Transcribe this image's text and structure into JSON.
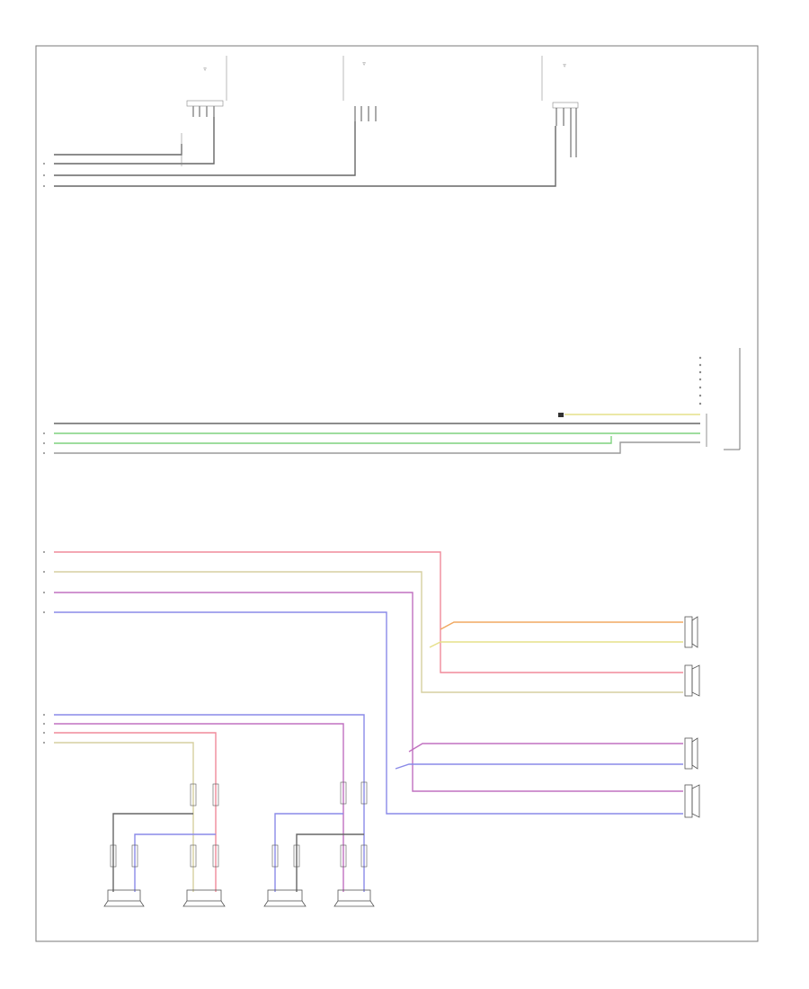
{
  "diagram": {
    "footer_code": "",
    "top_components": [
      {
        "id": "antenna-amp",
        "label": ""
      },
      {
        "id": "radio-antenna",
        "label": ""
      },
      {
        "id": "left-antenna-module",
        "label": ""
      }
    ],
    "connector_label": "",
    "speakers_right": [
      {
        "id": "front-tweeter-right",
        "label": ""
      },
      {
        "id": "front-coaxial-right",
        "label": ""
      },
      {
        "id": "left-coaxial",
        "label": ""
      },
      {
        "id": "left-front-tweeter",
        "label": ""
      }
    ],
    "rear_speakers": [
      {
        "id": "right-rear-tweeter",
        "label": ""
      },
      {
        "id": "right-rear-coaxial",
        "label": ""
      },
      {
        "id": "left-rear-tweeter",
        "label": ""
      },
      {
        "id": "left-rear-coaxial",
        "label": ""
      }
    ]
  },
  "wire_colors": {
    "black": "#555555",
    "gray": "#9a9a9a",
    "green": "#7fd27f",
    "pink": "#f08a9a",
    "yellow": "#e6e08a",
    "violet": "#b070d0",
    "blue": "#8a8ae8",
    "orange": "#f0a860",
    "tan": "#d6cfa0"
  }
}
